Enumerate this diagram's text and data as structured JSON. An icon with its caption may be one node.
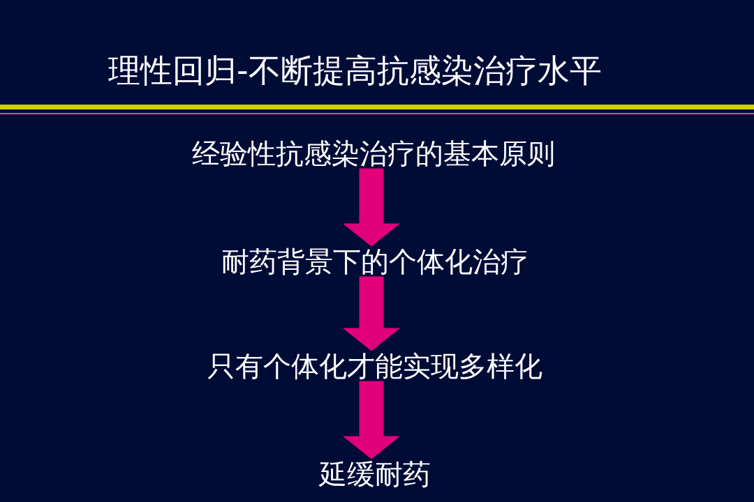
{
  "diagram": {
    "title": "理性回归-不断提高抗感染治疗水平",
    "nodes": [
      {
        "text": [
          "经验性抗感染治疗的基本原则"
        ]
      },
      {
        "text": [
          "耐药背景下的个体化治疗"
        ]
      },
      {
        "text": [
          "只有个体化才能实现多样化"
        ]
      },
      {
        "text": [
          "延缓耐药"
        ]
      }
    ],
    "edges": [
      {
        "from": 0,
        "to": 1,
        "arrow": "to"
      },
      {
        "from": 1,
        "to": 2,
        "arrow": "to"
      },
      {
        "from": 2,
        "to": 3,
        "arrow": "to"
      }
    ]
  }
}
